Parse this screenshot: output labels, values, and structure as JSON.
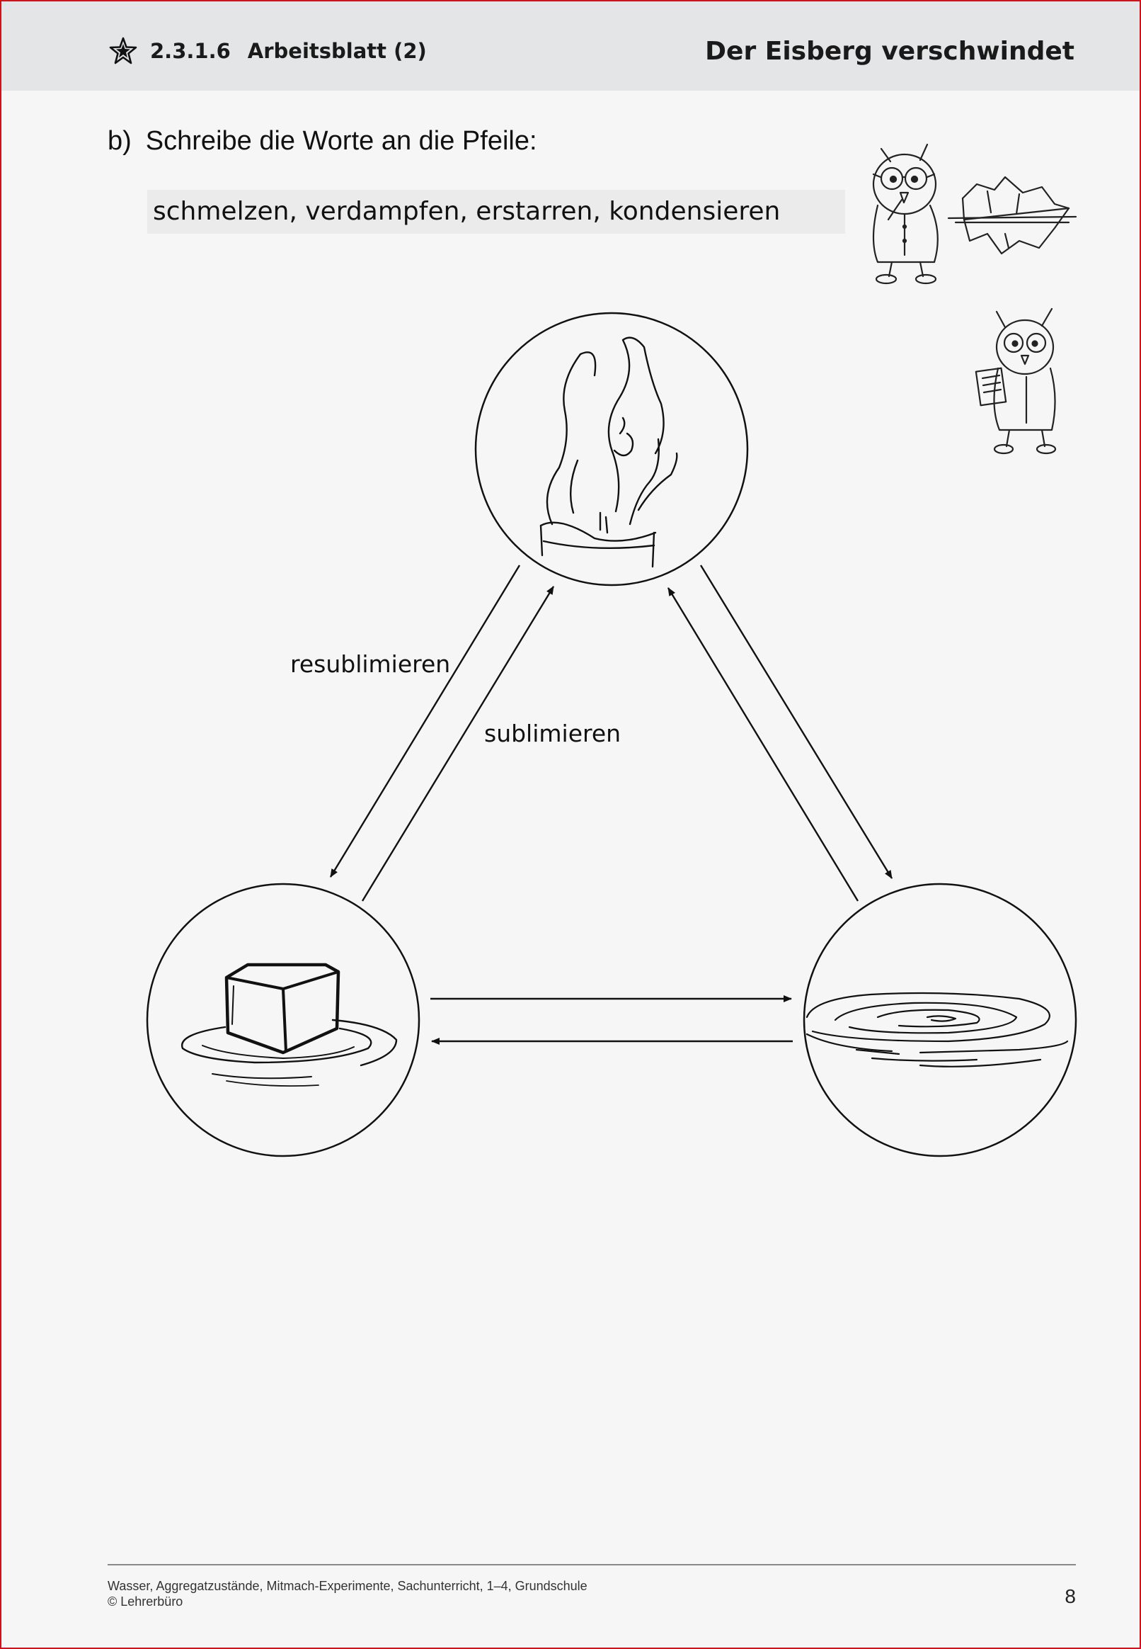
{
  "header": {
    "number": "2.3.1.6",
    "label": "Arbeitsblatt (2)",
    "title": "Der Eisberg verschwindet"
  },
  "task": {
    "letter": "b)",
    "instruction": "Schreibe die Worte an die Pfeile:",
    "word_bank": "schmelzen, verdampfen, erstarren, kondensieren"
  },
  "diagram": {
    "states": [
      {
        "name": "gas",
        "icon": "steam-icon"
      },
      {
        "name": "solid",
        "icon": "ice-cube-icon"
      },
      {
        "name": "liquid",
        "icon": "water-puddle-icon"
      }
    ],
    "arrow_labels": {
      "solid_to_gas_inner": "sublimieren",
      "gas_to_solid_outer": "resublimieren"
    }
  },
  "footer": {
    "line1": "Wasser, Aggregatzustände, Mitmach-Experimente, Sachunterricht, 1–4, Grundschule",
    "line2": "© Lehrerbüro",
    "page_number": "8"
  },
  "colors": {
    "border": "#d0121b",
    "header_bg": "#e4e5e6",
    "word_box_bg": "#ebebeb"
  }
}
